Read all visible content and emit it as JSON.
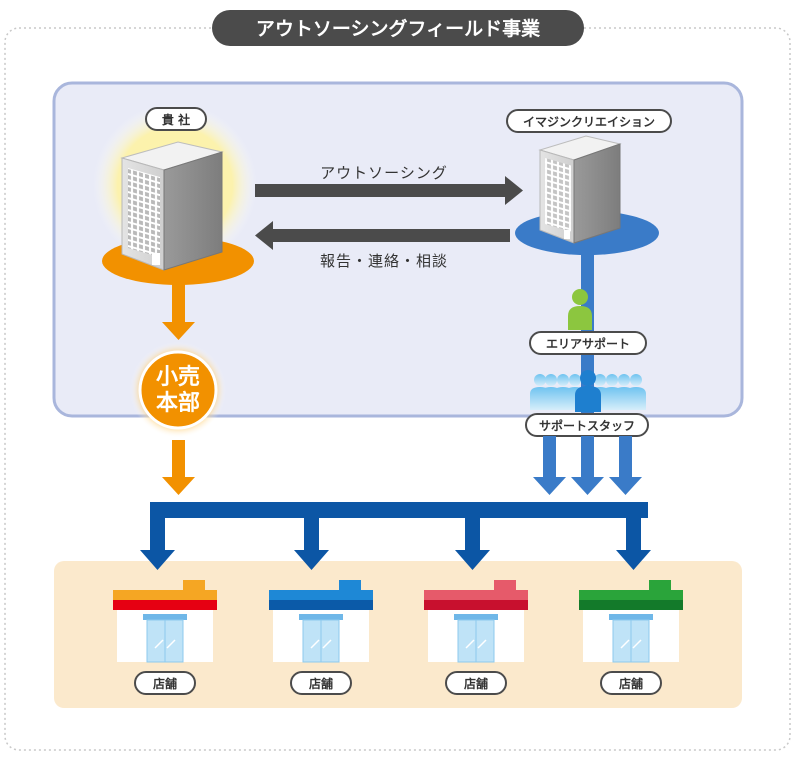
{
  "title": "アウトソーシングフィールド事業",
  "client": {
    "label": "貴 社"
  },
  "provider": {
    "label": "イマジンクリエイション"
  },
  "flows": {
    "outsourcing": "アウトソーシング",
    "report": "報告・連絡・相談"
  },
  "retail_hq": {
    "line1": "小売",
    "line2": "本部"
  },
  "area_support": {
    "label": "エリアサポート"
  },
  "support_staff": {
    "label": "サポートスタッフ"
  },
  "stores": [
    {
      "label": "店舗",
      "roof_color": "#f5a623",
      "band_color": "#e60012"
    },
    {
      "label": "店舗",
      "roof_color": "#1e88d6",
      "band_color": "#0b5aa8"
    },
    {
      "label": "店舗",
      "roof_color": "#e65a6a",
      "band_color": "#c8102e"
    },
    {
      "label": "店舗",
      "roof_color": "#2aa43a",
      "band_color": "#137a2a"
    }
  ],
  "colors": {
    "orange": "#f29100",
    "blue": "#0c56a5",
    "provider_blue": "#3a7bc8",
    "panel_fill": "#e9ebf7",
    "panel_border": "#a9b6dc",
    "store_panel": "#fbe9cc",
    "dark": "#4b4b4b",
    "green": "#8cc63f"
  }
}
